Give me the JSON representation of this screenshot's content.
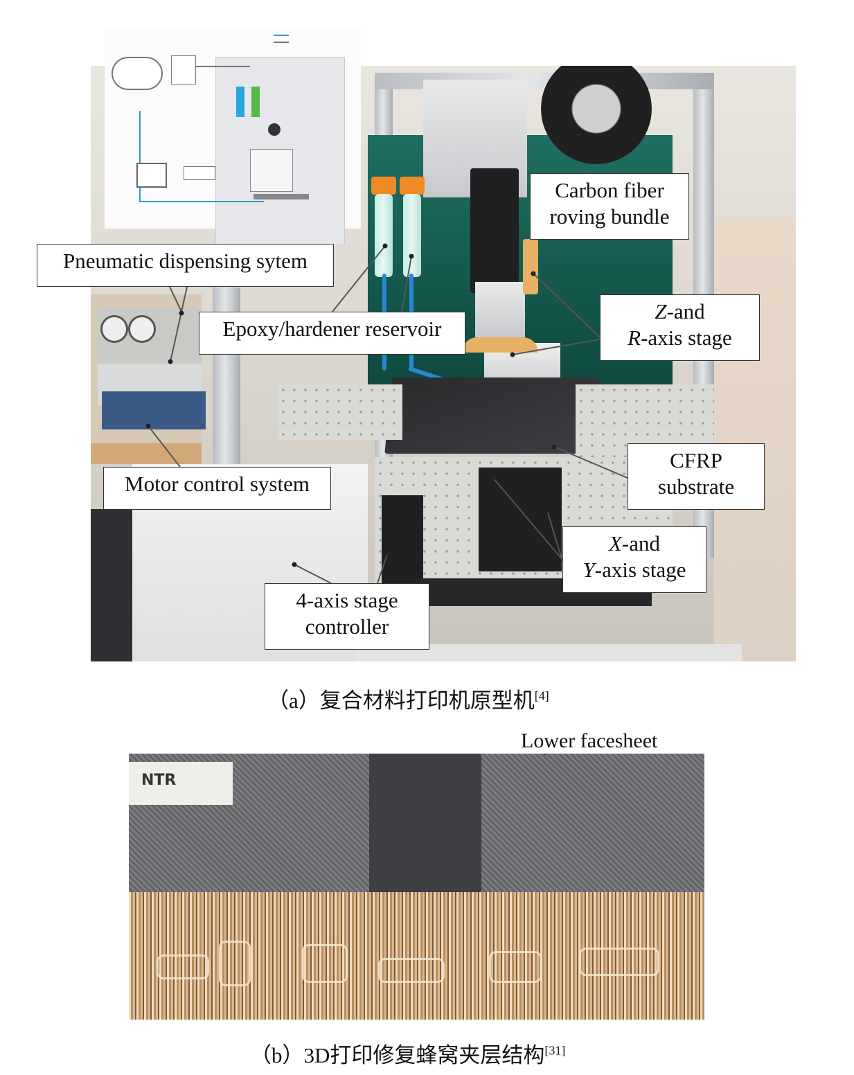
{
  "panel_a": {
    "labels": {
      "carbon_fiber_line1": "Carbon fiber",
      "carbon_fiber_line2": "roving bundle",
      "pneumatic": "Pneumatic dispensing sytem",
      "epoxy": "Epoxy/hardener reservoir",
      "zr_line1_italic": "Z",
      "zr_line1_rest": "-and",
      "zr_line2_italic": "R",
      "zr_line2_rest": "-axis stage",
      "cfrp_line1": "CFRP",
      "cfrp_line2": "substrate",
      "motor": "Motor control system",
      "xy_line1_italic": "X",
      "xy_line1_rest": "-and",
      "xy_line2_italic": "Y",
      "xy_line2_rest": "-axis stage",
      "controller_line1": "4-axis stage",
      "controller_line2": "controller"
    },
    "caption": "（a）复合材料打印机原型机",
    "caption_ref": "[4]"
  },
  "panel_b": {
    "label_lower_facesheet": "Lower facesheet",
    "tape_text": "NTR",
    "caption": "（b）3D打印修复蜂窝夹层结构",
    "caption_ref": "[31]"
  },
  "colors": {
    "green_panel": "#15584d",
    "syringe_cap": "#f08a24",
    "tube_blue": "#2b86d2",
    "honeycomb": "#c8a173",
    "facesheet": "#6d6f73"
  }
}
